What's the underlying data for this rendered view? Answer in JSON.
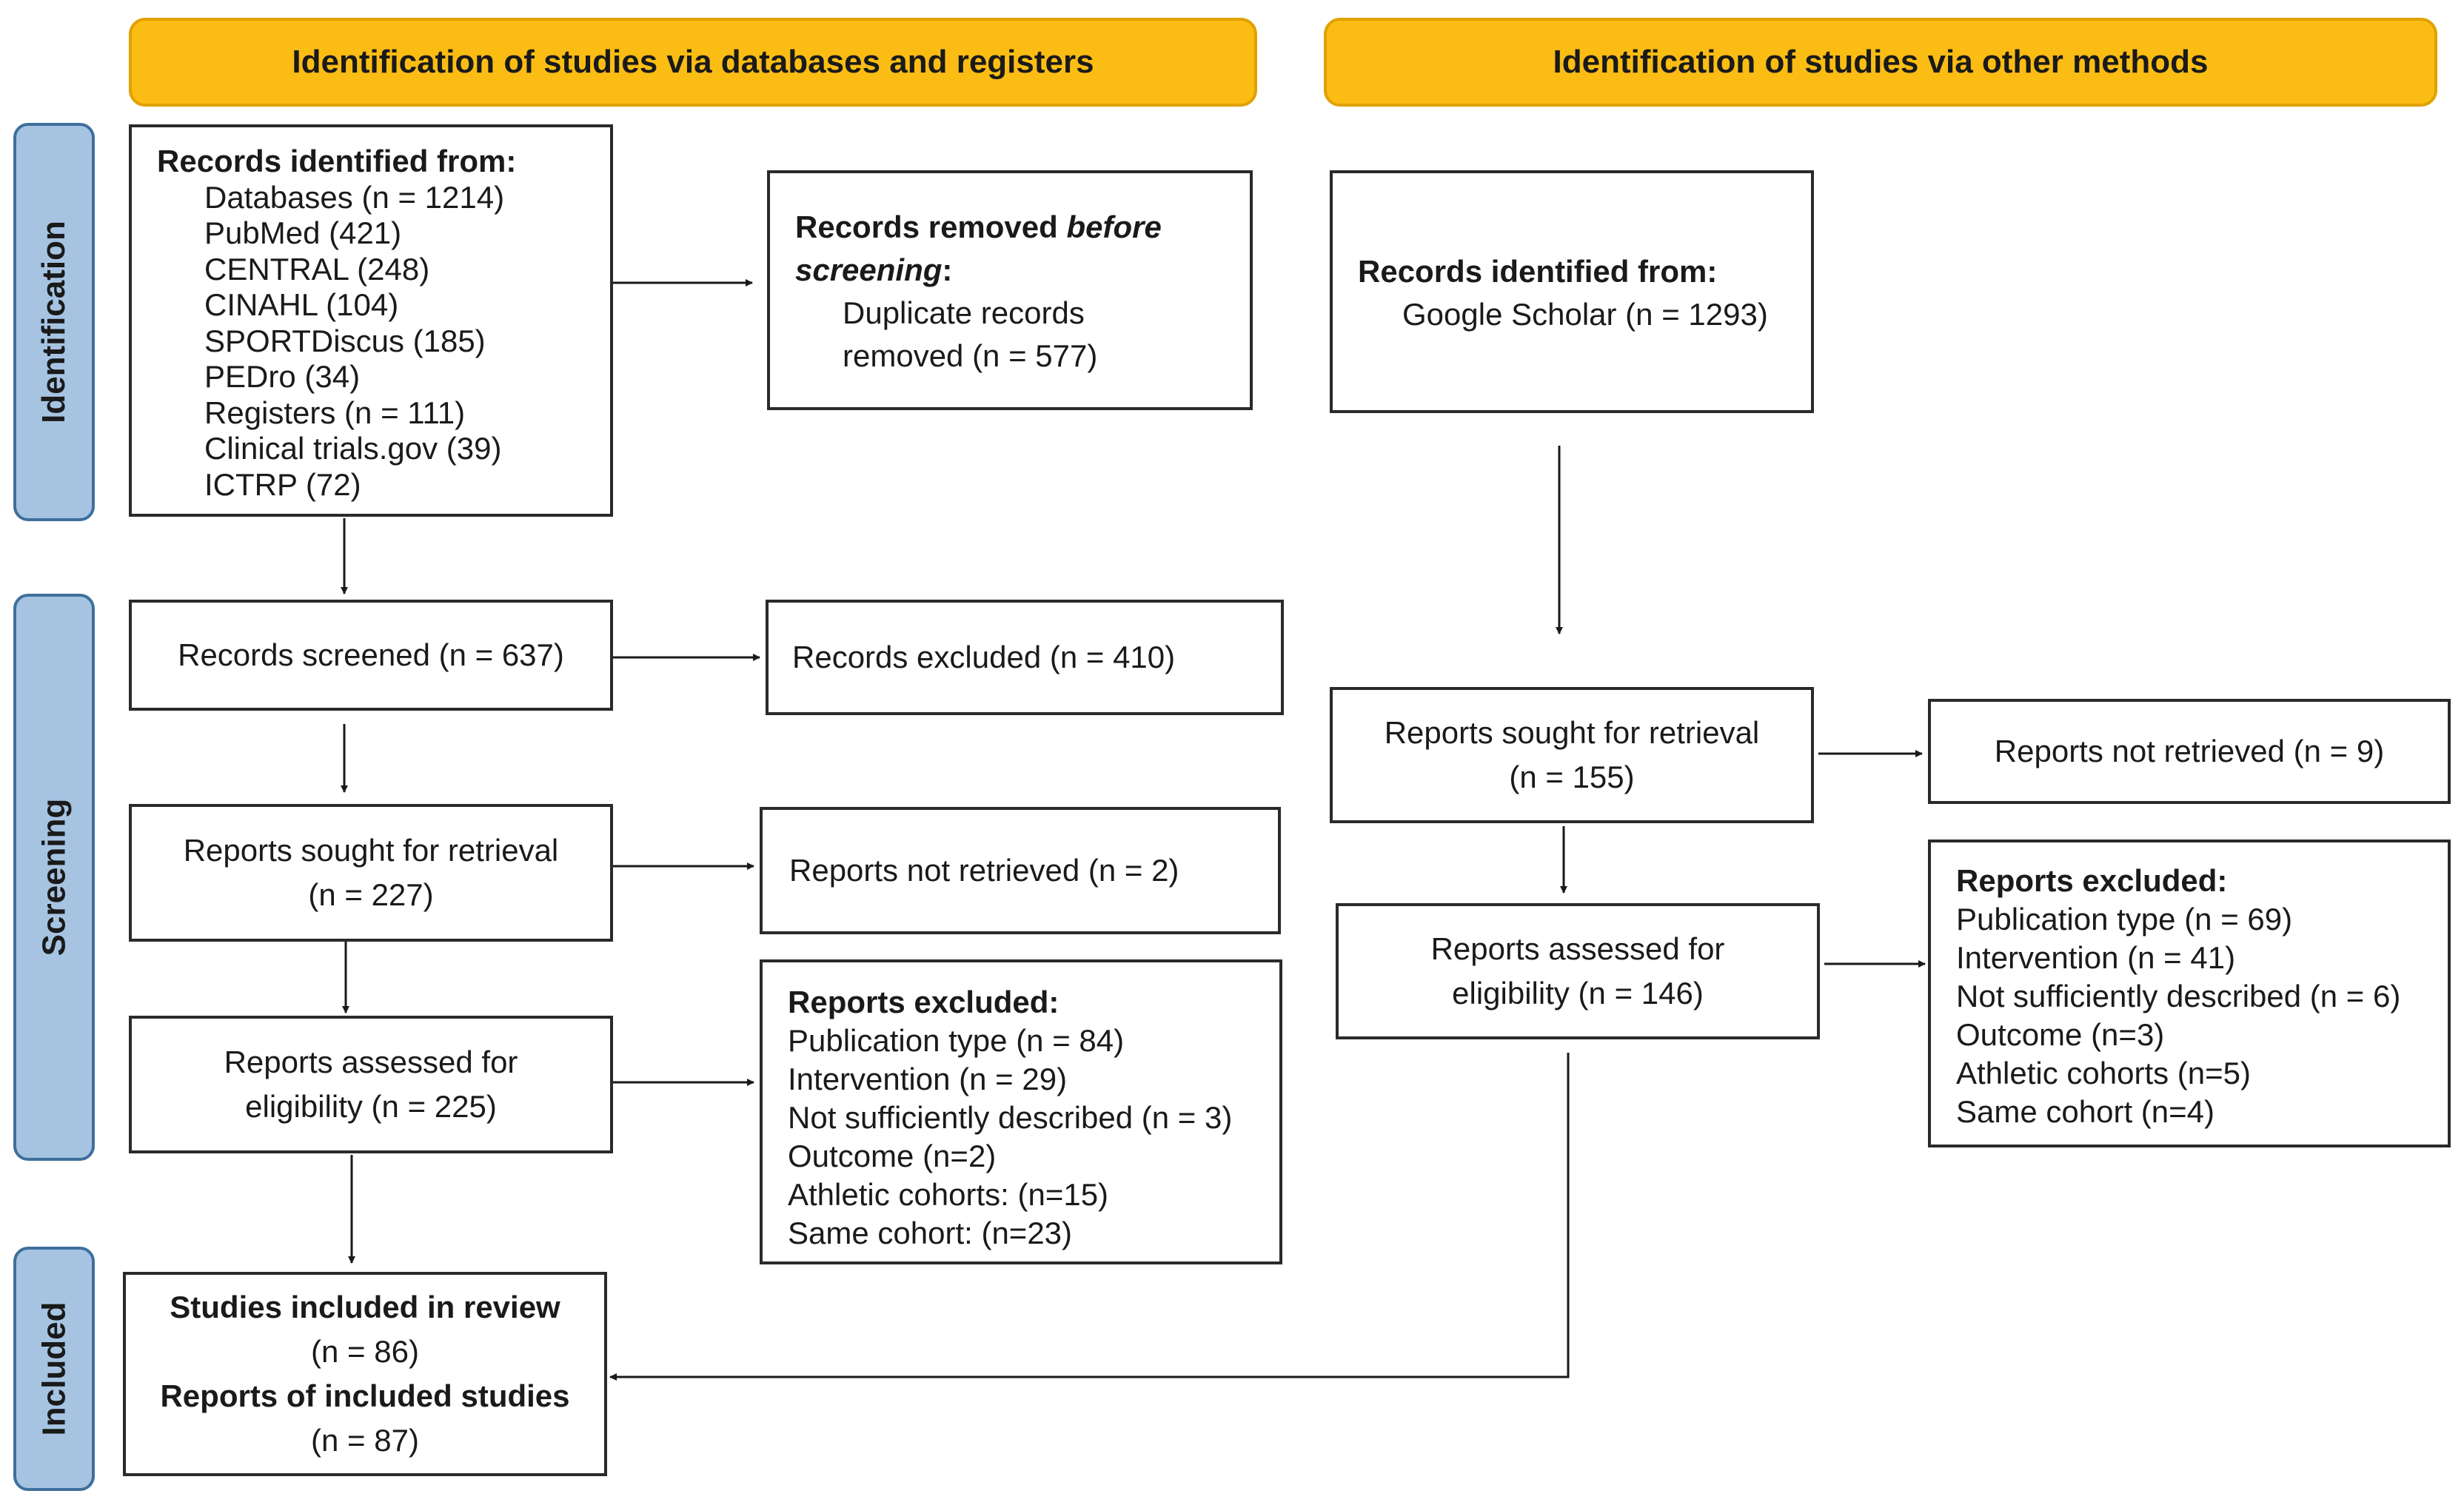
{
  "headers": {
    "left": "Identification of studies via databases and registers",
    "right": "Identification of studies via other methods"
  },
  "phases": {
    "identification": "Identification",
    "screening": "Screening",
    "included": "Included"
  },
  "left": {
    "records_identified": {
      "title": "Records identified from:",
      "items": [
        "Databases (n = 1214)",
        "PubMed (421)",
        "CENTRAL (248)",
        "CINAHL (104)",
        "SPORTDiscus (185)",
        "PEDro (34)",
        "Registers (n = 111)",
        "Clinical trials.gov (39)",
        "ICTRP (72)"
      ]
    },
    "records_removed": {
      "title_a": "Records removed ",
      "title_em": "before screening",
      "title_b": ":",
      "line1": "Duplicate records",
      "line2": "removed (n = 577)"
    },
    "records_screened": "Records screened (n = 637)",
    "records_excluded": "Records excluded (n = 410)",
    "reports_sought": {
      "line1": "Reports sought for retrieval",
      "line2": "(n = 227)"
    },
    "reports_not_retrieved": "Reports not retrieved (n = 2)",
    "reports_assessed": {
      "line1": "Reports assessed for",
      "line2": "eligibility (n = 225)"
    },
    "reports_excluded": {
      "title": "Reports excluded:",
      "items": [
        "Publication type (n = 84)",
        "Intervention (n = 29)",
        "Not sufficiently described (n = 3)",
        "Outcome (n=2)",
        "Athletic cohorts: (n=15)",
        "Same cohort: (n=23)"
      ]
    },
    "included": {
      "studies_title": "Studies included in review",
      "studies_n": "(n = 86)",
      "reports_title": "Reports of included studies",
      "reports_n": "(n = 87)"
    }
  },
  "right": {
    "records_identified": {
      "title": "Records identified from:",
      "item": "Google Scholar (n = 1293)"
    },
    "reports_sought": {
      "line1": "Reports sought for retrieval",
      "line2": "(n = 155)"
    },
    "reports_not_retrieved": "Reports not retrieved (n = 9)",
    "reports_assessed": {
      "line1": "Reports assessed for",
      "line2": "eligibility (n = 146)"
    },
    "reports_excluded": {
      "title": "Reports excluded:",
      "items": [
        "Publication type (n = 69)",
        "Intervention (n = 41)",
        "Not sufficiently described (n = 6)",
        "Outcome (n=3)",
        "Athletic cohorts (n=5)",
        "Same cohort (n=4)"
      ]
    }
  },
  "colors": {
    "header_fill": "#fbbd13",
    "phase_fill": "#a6c4e2",
    "phase_border": "#3e6f9c",
    "box_border": "#2a2a2a"
  }
}
